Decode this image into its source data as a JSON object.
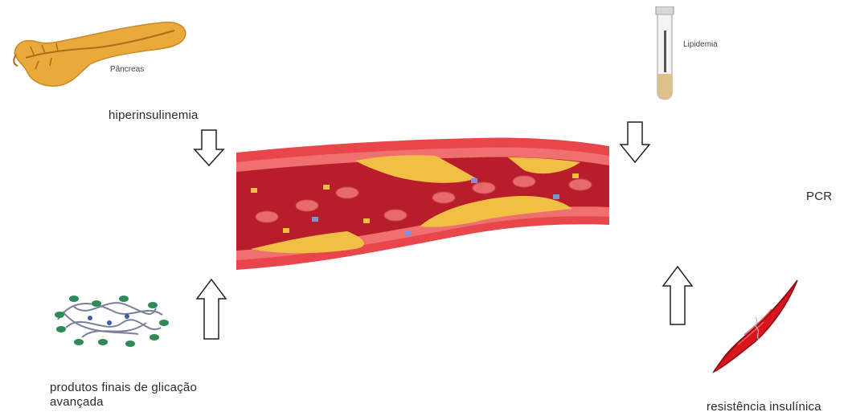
{
  "labels": {
    "pancreas": "Pâncreas",
    "hiperinsulinemia": "hiperinsulinemia",
    "lipidemia": "Lipidemia",
    "pcr": "PCR",
    "produtos_line1": "produtos finais de glicação",
    "produtos_line2": "avançada",
    "resistencia": "resistência insulínica"
  },
  "icons": {
    "pancreas": "pancreas-icon",
    "test_tube": "test-tube-icon",
    "age_molecule": "glycation-molecule-icon",
    "muscle": "muscle-icon",
    "artery": "artery-icon"
  },
  "colors": {
    "artery_outer": "#e8464a",
    "artery_inner": "#b81d2c",
    "plaque": "#f2bf45",
    "cell": "#e86a6a",
    "pancreas": "#e9a93b",
    "muscle": "#d8141c"
  }
}
